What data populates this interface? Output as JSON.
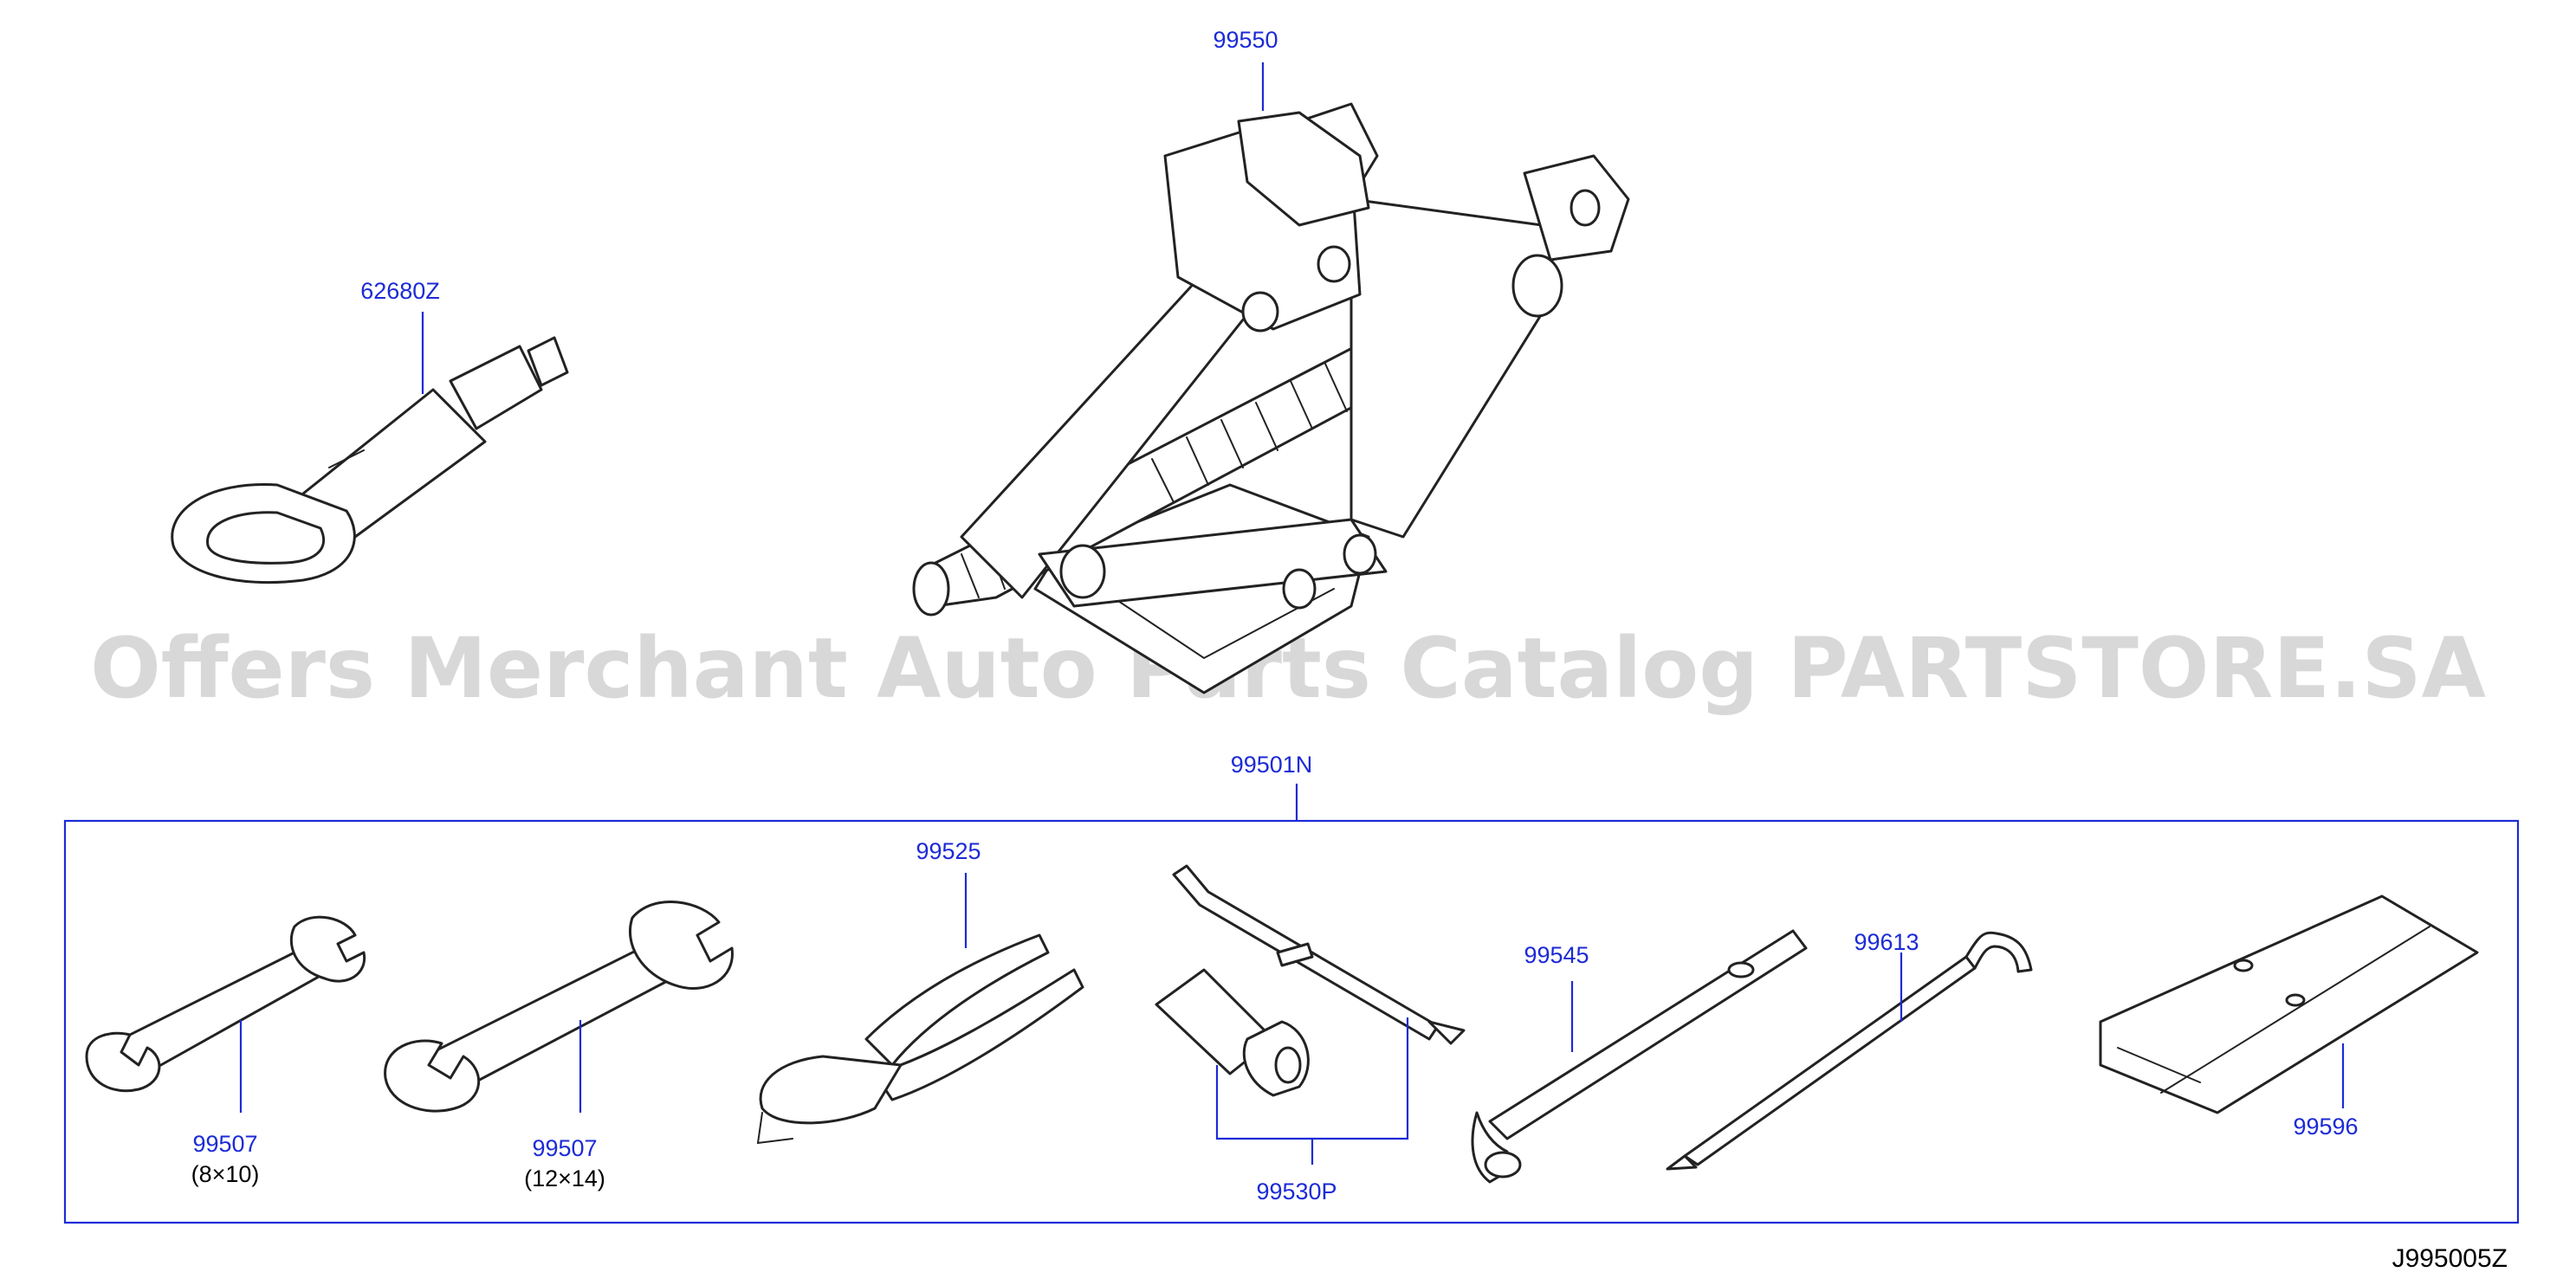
{
  "watermark": "Offers Merchant Auto Parts Catalog PARTSTORE.SA",
  "diagram_code": "J995005Z",
  "kit_label": "99501N",
  "parts": {
    "jack": {
      "number": "99550"
    },
    "tow_hook": {
      "number": "62680Z"
    },
    "wrench_small": {
      "number": "99507",
      "size": "(8×10)"
    },
    "wrench_large": {
      "number": "99507",
      "size": "(12×14)"
    },
    "pliers": {
      "number": "99525"
    },
    "screwdriver": {
      "number": "99530P"
    },
    "wheel_wrench": {
      "number": "99545"
    },
    "jack_handle": {
      "number": "99613"
    },
    "tool_bag": {
      "number": "99596"
    }
  }
}
